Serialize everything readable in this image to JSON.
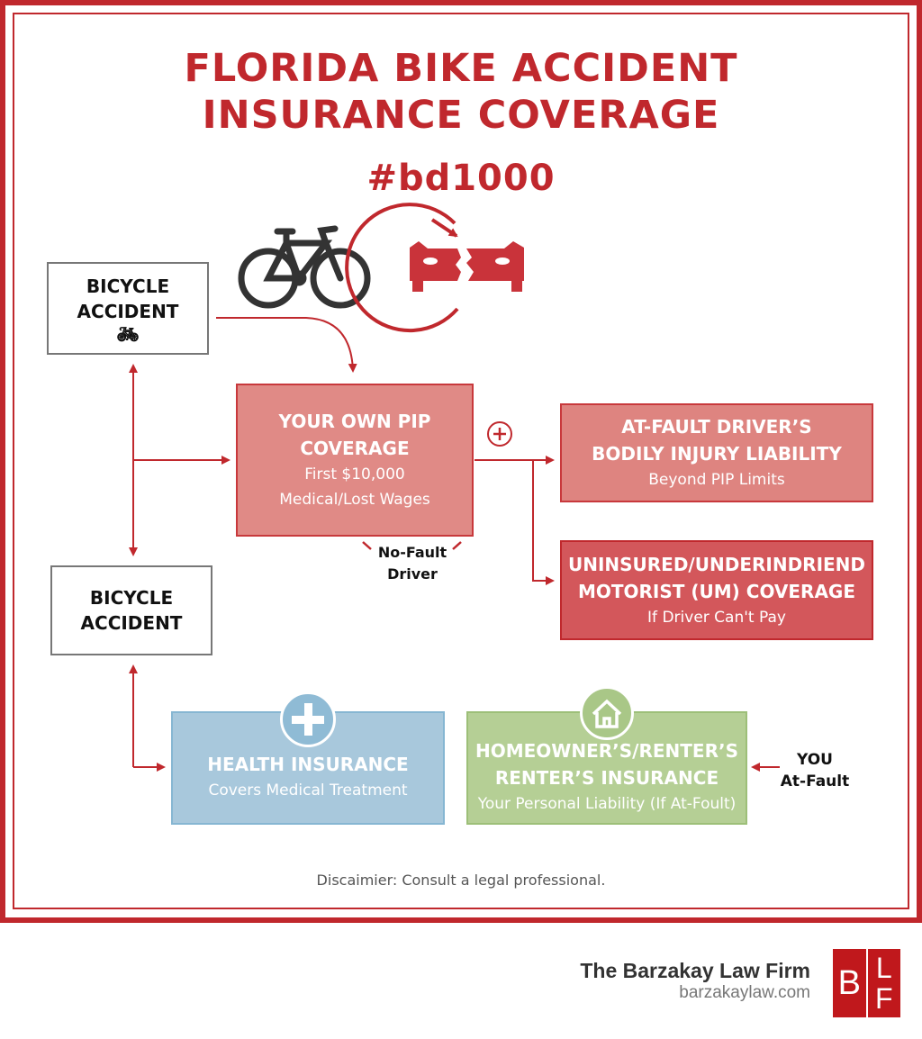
{
  "title": {
    "line1": "FLORIDA BIKE ACCIDENT",
    "line2": "INSURANCE COVERAGE",
    "hashtag": "#bd1000"
  },
  "colors": {
    "brand_red": "#c0282d",
    "pip": "#e08a86",
    "at_fault": "#de8480",
    "um": "#d3575b",
    "health": "#a8c8dc",
    "home": "#b5cf95"
  },
  "icons": [
    "bicycle-icon",
    "car-crash-icon",
    "plus-icon",
    "medical-cross-icon",
    "house-icon"
  ],
  "nodes": {
    "bicycle_accident_top": {
      "line1": "BICYCLE",
      "line2": "ACCIDENT"
    },
    "bicycle_accident_bottom": {
      "line1": "BICYCLE",
      "line2": "ACCIDENT"
    },
    "pip": {
      "line1": "YOUR OWN PIP",
      "line2": "COVERAGE",
      "sub1": "First $10,000",
      "sub2": "Medical/Lost Wages"
    },
    "no_fault": {
      "line1": "No-Fault",
      "line2": "Driver"
    },
    "at_fault_bi": {
      "line1": "AT-FAULT DRIVER’S",
      "line2": "BODILY INJURY LIABILITY",
      "sub": "Beyond PIP Limits"
    },
    "um": {
      "line1": "UNINSURED/UNDERINDRIEND",
      "line2": "MOTORIST (UM) COVERAGE",
      "sub": "If Driver Can't Pay"
    },
    "health": {
      "line1": "HEALTH INSURANCE",
      "sub": "Covers Medical Treatment"
    },
    "home": {
      "line1": "HOMEOWNER’S/RENTER’S",
      "line2": "RENTER’S INSURANCE",
      "sub": "Your Personal Liability (If At-Foult)"
    },
    "you": {
      "line1": "YOU",
      "line2": "At-Fault"
    }
  },
  "disclaimer": "Discaimier: Consult a legal professional.",
  "footer": {
    "firm": "The Barzakay Law Firm",
    "url": "barzakaylaw.com",
    "logo_letters": [
      "B",
      "L",
      "F"
    ]
  }
}
